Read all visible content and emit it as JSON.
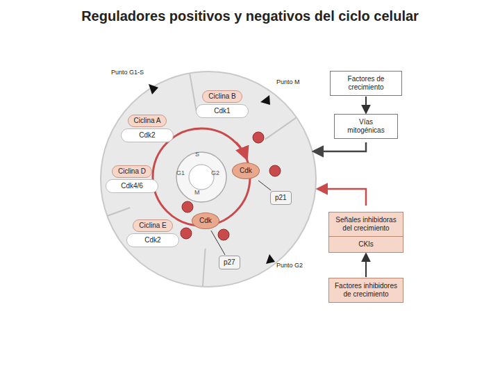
{
  "diagram": {
    "title": "Reguladores positivos y negativos del ciclo celular",
    "nodes": [
      {
        "text": [
          "Factores de crecimiento"
        ]
      },
      {
        "text": [
          "Vías mitogénicas"
        ]
      },
      {
        "text": [
          "Señales inhibidoras del crecimiento",
          "CKIs"
        ]
      },
      {
        "text": [
          "Factores inhibidores de crecimiento"
        ]
      },
      {
        "text": [
          "Ciclina B",
          "Cdk1"
        ]
      },
      {
        "text": [
          "Ciclina A",
          "Cdk2"
        ]
      },
      {
        "text": [
          "Ciclina D",
          "Cdk4/6"
        ]
      },
      {
        "text": [
          "Ciclina E",
          "Cdk2"
        ]
      },
      {
        "text": [
          "Cdk"
        ]
      },
      {
        "text": [
          "Cdk"
        ]
      },
      {
        "text": [
          "p21"
        ]
      },
      {
        "text": [
          "p27"
        ]
      }
    ],
    "edges": [
      {
        "from": 0,
        "to": 1,
        "arrow": "to"
      },
      {
        "from": 3,
        "to": 2,
        "arrow": "to"
      },
      {
        "from": 10,
        "to": 8,
        "arrow": "none"
      },
      {
        "from": 11,
        "to": 9,
        "arrow": "none"
      }
    ],
    "labels": [
      "Punto G1-S",
      "Punto M",
      "Punto G2",
      "G1",
      "S",
      "G2",
      "M"
    ]
  }
}
